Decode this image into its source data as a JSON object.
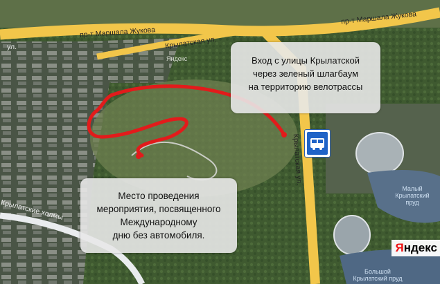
{
  "map": {
    "roads": {
      "marshala_zhukova_left": "пр-т Маршала Жукова",
      "marshala_zhukova_right": "пр-т Маршала Жукова",
      "krylatskaya_top": "Крылатская ул.",
      "krylatskaya_vertical": "Крылатская ул.",
      "krylatskie_holmy": "Крылатские холмы",
      "partial_ul": "ул."
    },
    "labels": {
      "watermark": "Яндекс",
      "maly_prud": "Малый Крылатский пруд",
      "bolshoy_prud": "Большой Крылатский пруд"
    },
    "callouts": {
      "entrance": {
        "lines": [
          "Вход с улицы Крылатской",
          "через зеленый шлагбаум",
          "на территорию велотрассы"
        ]
      },
      "event": {
        "lines": [
          "Место проведения",
          "мероприятия, посвященного",
          "Международному",
          "дню без автомобиля."
        ]
      }
    },
    "logo": {
      "first_letter": "Я",
      "rest": "ндекс"
    },
    "colors": {
      "route": "#e21b1b",
      "road": "#f2c64a",
      "bus_stop": "#1f63c7"
    },
    "icons": {
      "bus_stop": "bus-stop-icon"
    }
  }
}
